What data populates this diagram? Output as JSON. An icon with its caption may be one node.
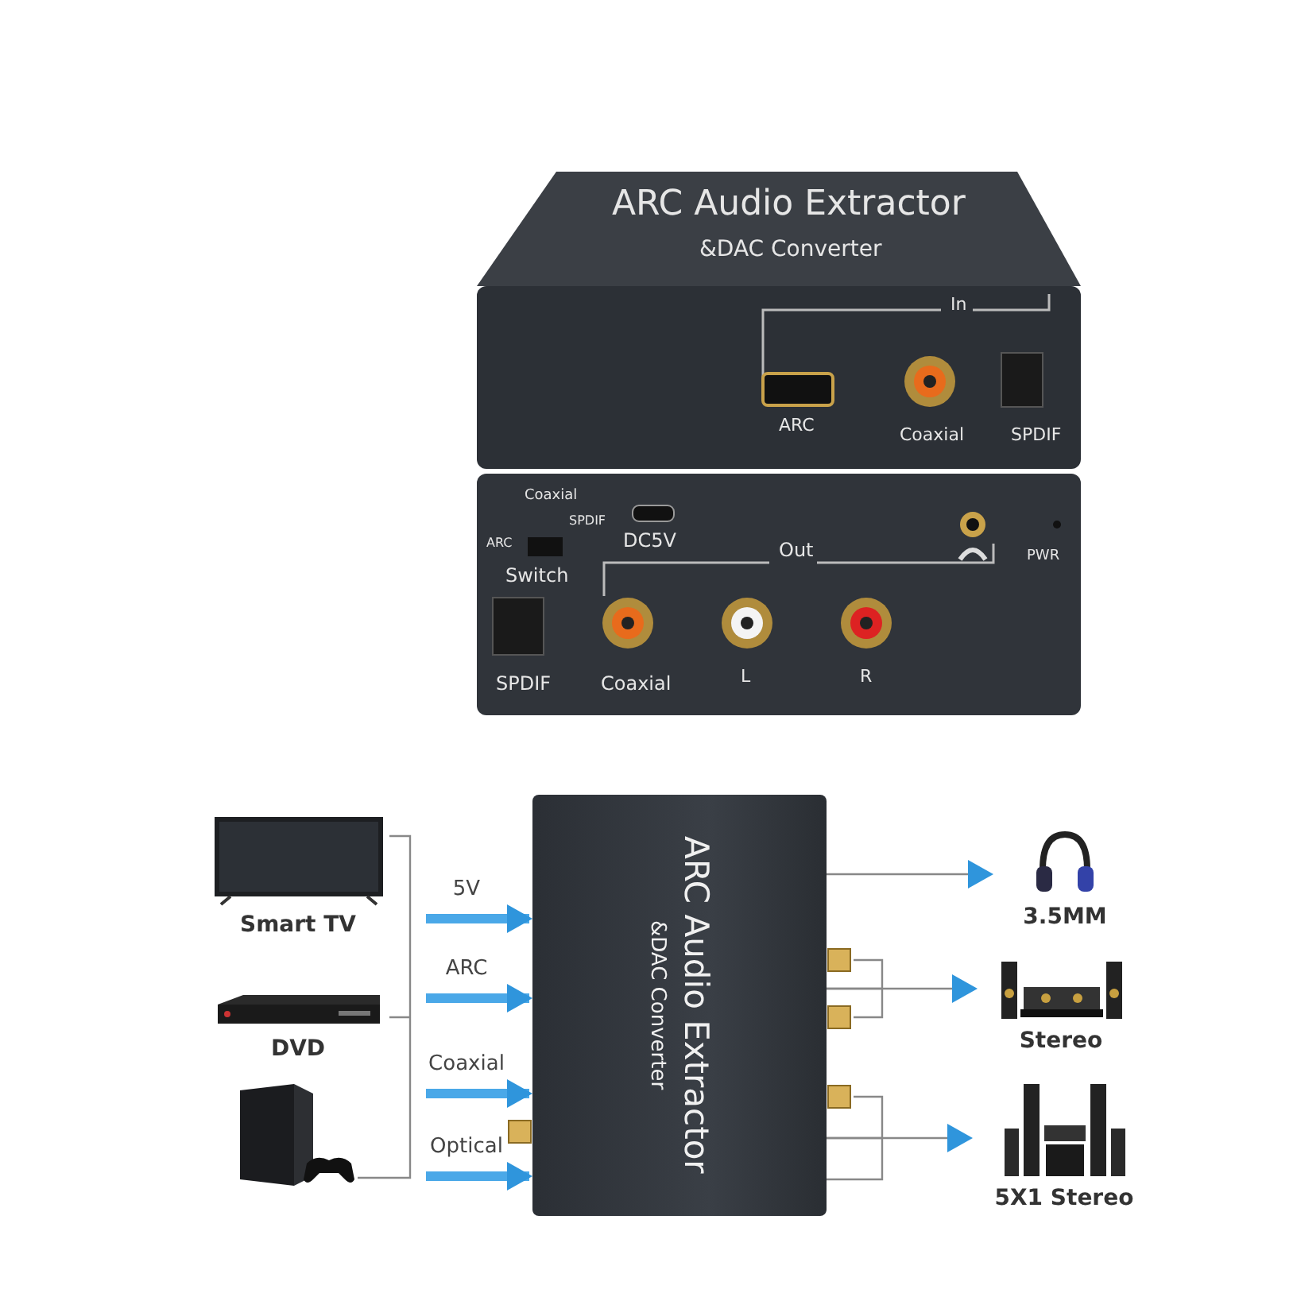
{
  "diagram": {
    "nodes": [
      {
        "text": [
          "Smart TV"
        ]
      },
      {
        "text": [
          "DVD"
        ]
      },
      {
        "text": [],
        "shape": "picture"
      },
      {
        "text": [
          "ARC Audio Extractor",
          "&DAC Converter"
        ]
      },
      {
        "text": [
          "3.5MM"
        ]
      },
      {
        "text": [
          "Stereo"
        ]
      },
      {
        "text": [
          "5X1 Stereo"
        ]
      }
    ],
    "edges": [
      {
        "from": null,
        "to": 3,
        "arrow": "to",
        "label": "5V"
      },
      {
        "from": null,
        "to": 3,
        "arrow": "to",
        "label": "ARC"
      },
      {
        "from": null,
        "to": 3,
        "arrow": "to",
        "label": "Coaxial"
      },
      {
        "from": null,
        "to": 3,
        "arrow": "to",
        "label": "Optical"
      },
      {
        "from": 3,
        "to": 4,
        "arrow": "to",
        "color": "#888888"
      },
      {
        "from": 3,
        "to": 5,
        "arrow": "to",
        "color": "#888888"
      },
      {
        "from": 3,
        "to": 6,
        "arrow": "to",
        "color": "#888888"
      }
    ],
    "labels": [
      "ARC Audio Extractor",
      "&DAC Converter",
      "In",
      "ARC",
      "Coaxial",
      "SPDIF",
      "Coaxial",
      "SPDIF",
      "ARC",
      "Switch",
      "DC5V",
      "Out",
      "PWR",
      "SPDIF",
      "Coaxial",
      "L",
      "R"
    ]
  }
}
